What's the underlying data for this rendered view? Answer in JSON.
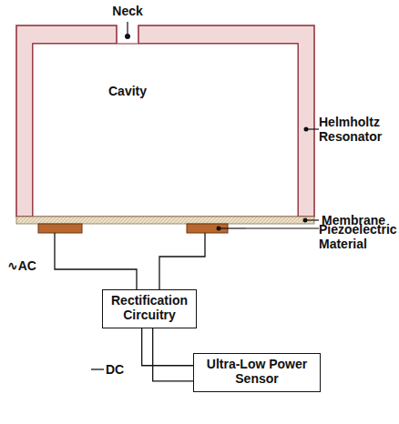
{
  "diagram": {
    "nodes": [
      {
        "text": [
          "Rectification Circuitry"
        ]
      },
      {
        "text": [
          "Ultra-Low Power Sensor"
        ]
      }
    ],
    "edges": [
      {
        "from": 0,
        "to": 1,
        "arrow": "none"
      }
    ],
    "labels": [
      "Neck",
      "Cavity",
      "Helmholtz Resonator",
      "Membrane",
      "Piezoelectric Material",
      "∿AC",
      "DC"
    ]
  }
}
